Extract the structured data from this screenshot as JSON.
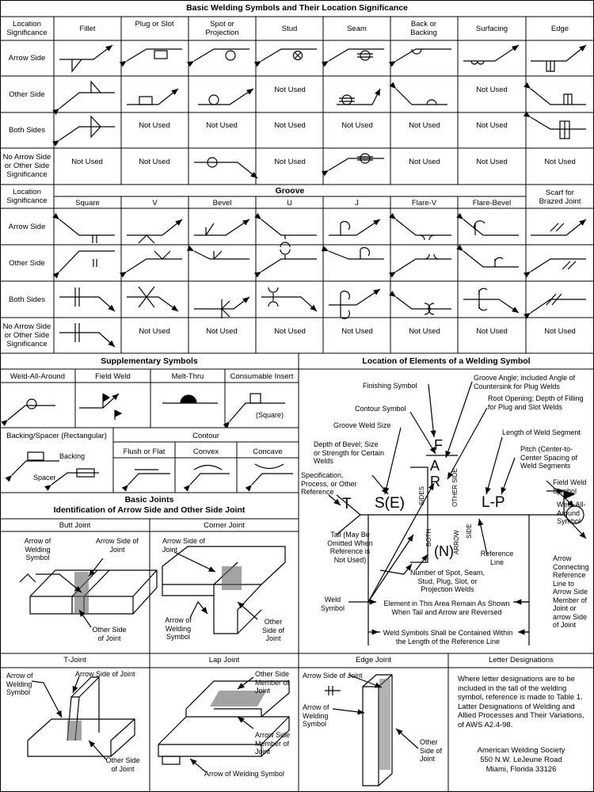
{
  "title": "Basic Welding Symbols and Their Location Significance",
  "location_significance": "Location Significance",
  "not_used": "Not Used",
  "top_table": {
    "columns": [
      "Fillet",
      "Plug or Slot",
      "Spot or Projection",
      "Stud",
      "Seam",
      "Back or Backing",
      "Surfacing",
      "Edge"
    ],
    "rows": [
      "Arrow Side",
      "Other Side",
      "Both Sides",
      "No Arrow Side or Other Side Significance"
    ]
  },
  "groove_table": {
    "group_header": "Groove",
    "columns": [
      "Square",
      "V",
      "Bevel",
      "U",
      "J",
      "Flare-V",
      "Flare-Bevel"
    ],
    "scarf": "Scarf for Brazed Joint",
    "rows": [
      "Arrow Side",
      "Other Side",
      "Both Sides",
      "No Arrow Side or Other Side Significance"
    ]
  },
  "supplementary": {
    "title": "Supplementary Symbols",
    "weld_all_around": "Weld-All-Around",
    "field_weld": "Field Weld",
    "melt_thru": "Melt-Thru",
    "consumable_insert": "Consumable Insert",
    "square": "(Square)",
    "backing_spacer": "Backing/Spacer (Rectangular)",
    "backing": "Backing",
    "spacer": "Spacer",
    "contour": "Contour",
    "flush": "Flush or Flat",
    "convex": "Convex",
    "concave": "Concave"
  },
  "joints": {
    "title1": "Basic Joints",
    "title2": "Identification of Arrow Side and Other Side Joint",
    "butt": "Butt Joint",
    "corner": "Corner Joint",
    "tjoint": "T-Joint",
    "lap": "Lap Joint",
    "edge": "Edge Joint",
    "arrow_of_welding_symbol": "Arrow of Welding Symbol",
    "arrow_side_of_joint": "Arrow Side of Joint",
    "other_side_of_joint": "Other Side of Joint",
    "other_side_member": "Other Side Member of Joint",
    "arrow_side_member": "Arrow Side Member of Joint"
  },
  "location": {
    "title": "Location of Elements of a Welding Symbol",
    "finishing_symbol": "Finishing Symbol",
    "groove_angle": "Groove Angle; included Angle of Countersink for Plug Welds",
    "contour_symbol": "Contour Symbol",
    "root_opening": "Root Opening; Depth of Filling for Plug and Slot Welds",
    "groove_weld_size": "Groove Weld Size",
    "length_of_weld": "Length of Weld Segment",
    "depth_of_bevel": "Depth of Bevel; Size or Strength for Certain Welds",
    "pitch": "Pitch (Center-to-Center Spacing of Weld Segments",
    "spec": "Specification, Process, or Other Reference",
    "field_weld_symbol": "Field Weld Symbol",
    "weld_all_around_symbol": "Weld-All-Around Symbol",
    "tail": "Tail (May Be Omitted When Reference is Not Used)",
    "reference_line": "Reference Line",
    "arrow_connecting": "Arrow Connecting Reference Line to Arrow Side Member of Joint or arrow Side of Joint",
    "number_of_spot": "Number of Spot, Seam, Stud, Plug, Slot, or Projection Welds",
    "weld_symbol": "Weld Symbol",
    "element_area": "Element in This Area Remain As Shown When Tail and Arrow are Reversed",
    "contained": "Weld Symbols Shall be Contained Within the Length of the Reference Line",
    "F": "F",
    "A": "A",
    "R": "R",
    "T": "T",
    "SE": "S(E)",
    "LP": "L-P",
    "N": "(N)",
    "sides": "SIDES",
    "other_side": "OTHER SIDE",
    "arrow": "ARROW",
    "both": "BOTH",
    "side": "SIDE"
  },
  "letters": {
    "title": "Letter Designations",
    "body": "Where letter designations are to be included in the tall of the welding symbol, reference is made to Table 1. Latter Designations of Welding and Allied Processes and Their Variations, of AWS A2.4-98.",
    "org1": "American Welding Society",
    "org2": "550 N.W. LeJeune Road",
    "org3": "Miami, Florida 33126"
  }
}
